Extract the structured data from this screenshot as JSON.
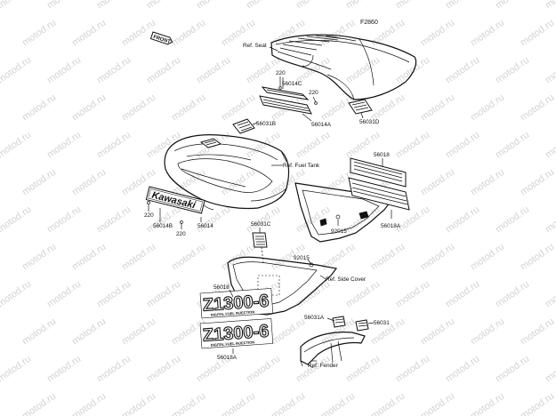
{
  "diagram": {
    "figure_code": "F2860",
    "front_tag": "FRONT",
    "watermark": "motod.ru",
    "labels": {
      "ref_seat": "Ref. Seat",
      "ref_fuel_tank": "Ref. Fuel Tank",
      "ref_side_cover": "Ref. Side Cover",
      "ref_fender": "Ref. Fender",
      "p220_a": "220",
      "p56014c": "56014C",
      "p220_b": "220",
      "p56031b": "56031B",
      "p56014a": "56014A",
      "p56031d": "56031D",
      "p56018_top": "56018",
      "p56018a_right": "56018A",
      "p92015_a": "92015",
      "p92015_b": "92015",
      "p56031c": "56031C",
      "p220_c": "220",
      "p56014b": "56014B",
      "p220_d": "220",
      "p56014": "56014",
      "p56018_left": "56018",
      "p56018a_bottom": "56018A",
      "p56031a": "56031A",
      "p56031": "56031"
    },
    "emblem": {
      "brand_text": "Kawasaki",
      "model_text": "Z1300-6",
      "model_sub": "DIGITAL FUEL INJECTION"
    }
  }
}
